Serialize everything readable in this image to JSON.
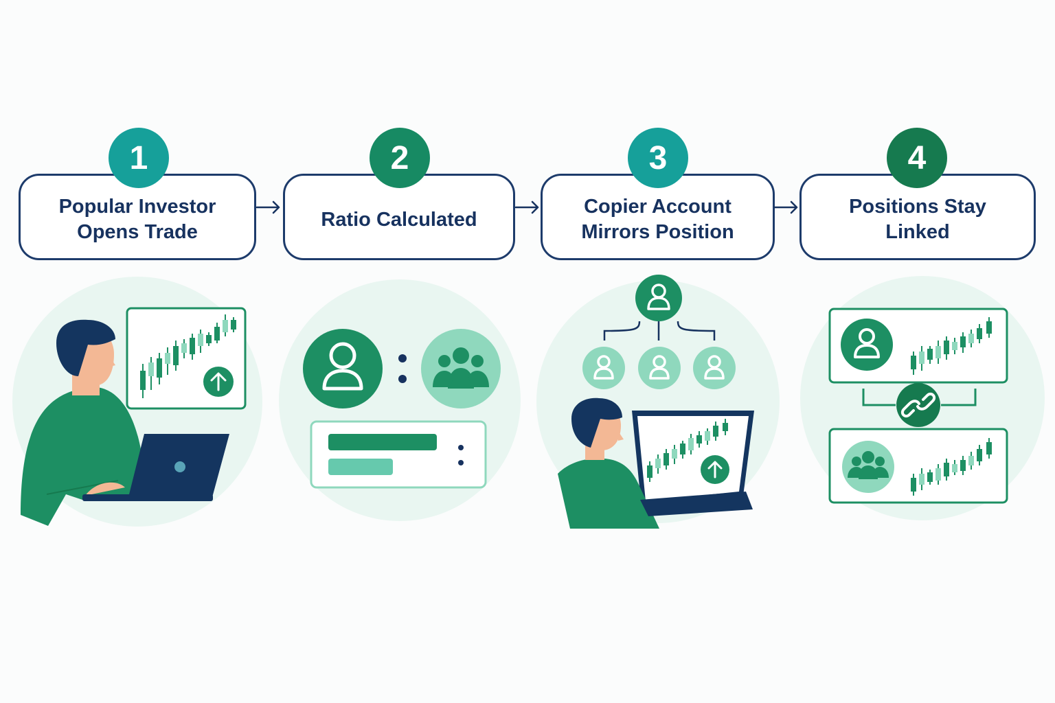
{
  "steps": [
    {
      "number": "1",
      "title": "Popular Investor\nOpens Trade",
      "badge_color": "#16a09a"
    },
    {
      "number": "2",
      "title": "Ratio Calculated",
      "badge_color": "#178a63"
    },
    {
      "number": "3",
      "title": "Copier Account\nMirrors Position",
      "badge_color": "#16a09a"
    },
    {
      "number": "4",
      "title": "Positions Stay\nLinked",
      "badge_color": "#167a4f"
    }
  ],
  "colors": {
    "navy": "#17325f",
    "green": "#1d8f63",
    "dark_green": "#167a4f",
    "mint": "#e9f6f1",
    "light_green": "#8fd8bd",
    "teal": "#16a09a"
  },
  "icons": {
    "step1": [
      "person-at-laptop-icon",
      "candlestick-chart-icon",
      "arrow-up-icon"
    ],
    "step2": [
      "user-icon",
      "ratio-colon-icon",
      "group-icon",
      "progress-bars-icon"
    ],
    "step3": [
      "user-icon",
      "tree-connector-icon",
      "user-icon",
      "person-at-laptop-icon",
      "candlestick-chart-icon",
      "arrow-up-icon"
    ],
    "step4": [
      "user-icon",
      "candlestick-chart-icon",
      "link-icon",
      "group-icon"
    ]
  }
}
